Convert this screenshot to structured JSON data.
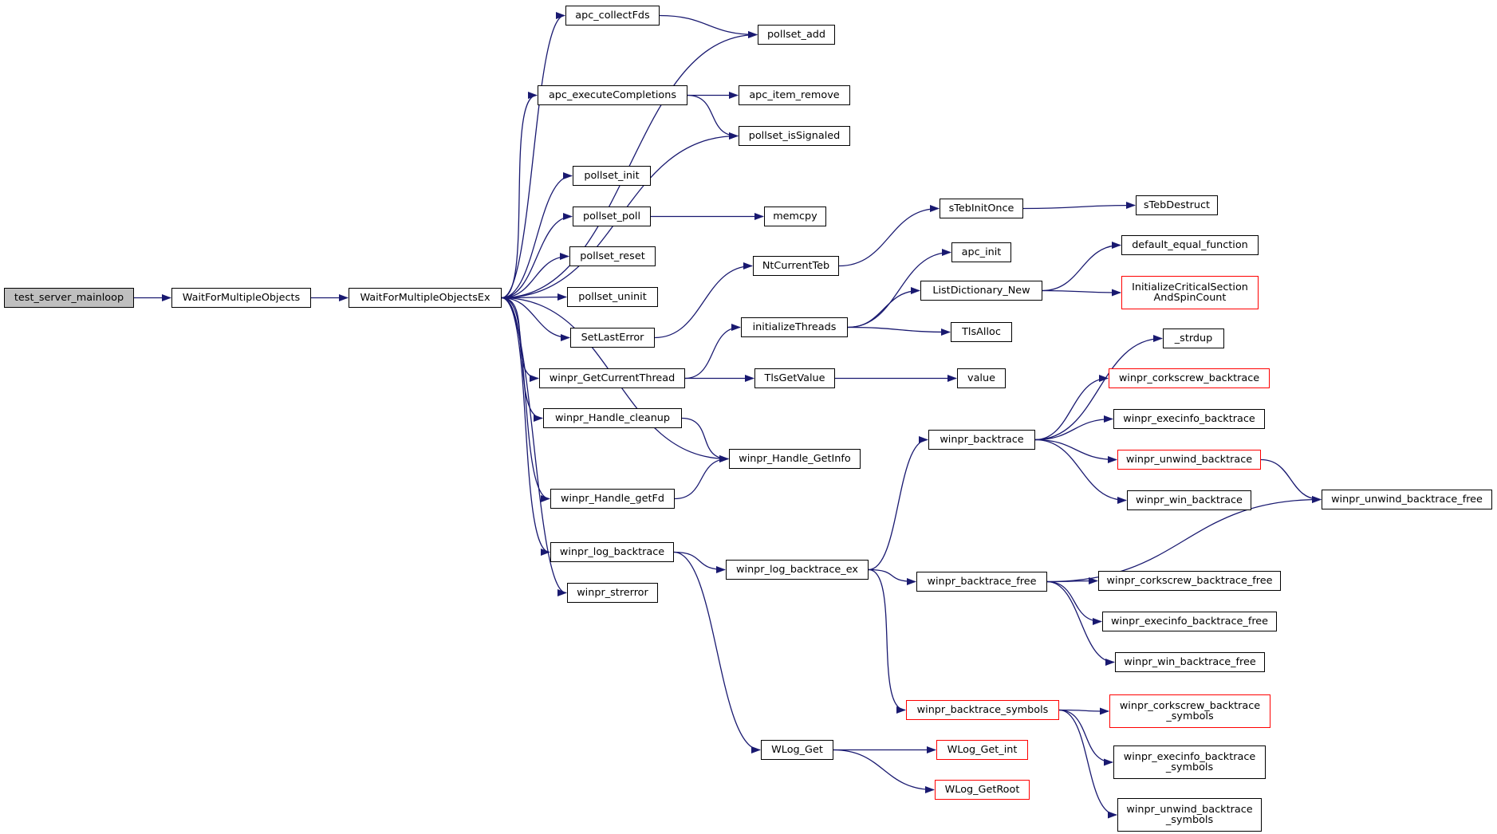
{
  "colors": {
    "edge": "#191970",
    "border": "#000000",
    "truncated": "#ff0000",
    "root_fill": "#bfbfbf"
  },
  "nodes": [
    {
      "id": "test_server_mainloop",
      "label": "test_server_mainloop",
      "root": true
    },
    {
      "id": "WaitForMultipleObjects",
      "label": "WaitForMultipleObjects"
    },
    {
      "id": "WaitForMultipleObjectsEx",
      "label": "WaitForMultipleObjectsEx"
    },
    {
      "id": "apc_collectFds",
      "label": "apc_collectFds"
    },
    {
      "id": "pollset_add",
      "label": "pollset_add"
    },
    {
      "id": "apc_executeCompletions",
      "label": "apc_executeCompletions"
    },
    {
      "id": "apc_item_remove",
      "label": "apc_item_remove"
    },
    {
      "id": "pollset_isSignaled",
      "label": "pollset_isSignaled"
    },
    {
      "id": "pollset_init",
      "label": "pollset_init"
    },
    {
      "id": "pollset_poll",
      "label": "pollset_poll"
    },
    {
      "id": "memcpy",
      "label": "memcpy"
    },
    {
      "id": "pollset_reset",
      "label": "pollset_reset"
    },
    {
      "id": "pollset_uninit",
      "label": "pollset_uninit"
    },
    {
      "id": "SetLastError",
      "label": "SetLastError"
    },
    {
      "id": "NtCurrentTeb",
      "label": "NtCurrentTeb"
    },
    {
      "id": "sTebInitOnce",
      "label": "sTebInitOnce"
    },
    {
      "id": "sTebDestruct",
      "label": "sTebDestruct"
    },
    {
      "id": "winpr_GetCurrentThread",
      "label": "winpr_GetCurrentThread"
    },
    {
      "id": "initializeThreads",
      "label": "initializeThreads"
    },
    {
      "id": "apc_init",
      "label": "apc_init"
    },
    {
      "id": "ListDictionary_New",
      "label": "ListDictionary_New"
    },
    {
      "id": "default_equal_function",
      "label": "default_equal_function"
    },
    {
      "id": "InitializeCriticalSectionAndSpinCount",
      "label": "InitializeCriticalSection\nAndSpinCount",
      "truncated": true
    },
    {
      "id": "TlsAlloc",
      "label": "TlsAlloc"
    },
    {
      "id": "TlsGetValue",
      "label": "TlsGetValue"
    },
    {
      "id": "value",
      "label": "value"
    },
    {
      "id": "winpr_Handle_cleanup",
      "label": "winpr_Handle_cleanup"
    },
    {
      "id": "winpr_Handle_GetInfo",
      "label": "winpr_Handle_GetInfo"
    },
    {
      "id": "winpr_Handle_getFd",
      "label": "winpr_Handle_getFd"
    },
    {
      "id": "winpr_log_backtrace",
      "label": "winpr_log_backtrace"
    },
    {
      "id": "winpr_log_backtrace_ex",
      "label": "winpr_log_backtrace_ex"
    },
    {
      "id": "winpr_strerror",
      "label": "winpr_strerror"
    },
    {
      "id": "winpr_backtrace",
      "label": "winpr_backtrace"
    },
    {
      "id": "_strdup",
      "label": "_strdup"
    },
    {
      "id": "winpr_corkscrew_backtrace",
      "label": "winpr_corkscrew_backtrace",
      "truncated": true
    },
    {
      "id": "winpr_execinfo_backtrace",
      "label": "winpr_execinfo_backtrace"
    },
    {
      "id": "winpr_unwind_backtrace",
      "label": "winpr_unwind_backtrace",
      "truncated": true
    },
    {
      "id": "winpr_win_backtrace",
      "label": "winpr_win_backtrace"
    },
    {
      "id": "winpr_unwind_backtrace_free",
      "label": "winpr_unwind_backtrace_free"
    },
    {
      "id": "winpr_backtrace_free",
      "label": "winpr_backtrace_free"
    },
    {
      "id": "winpr_corkscrew_backtrace_free",
      "label": "winpr_corkscrew_backtrace_free"
    },
    {
      "id": "winpr_execinfo_backtrace_free",
      "label": "winpr_execinfo_backtrace_free"
    },
    {
      "id": "winpr_win_backtrace_free",
      "label": "winpr_win_backtrace_free"
    },
    {
      "id": "winpr_backtrace_symbols",
      "label": "winpr_backtrace_symbols",
      "truncated": true
    },
    {
      "id": "winpr_corkscrew_backtrace_symbols",
      "label": "winpr_corkscrew_backtrace\n_symbols",
      "truncated": true
    },
    {
      "id": "winpr_execinfo_backtrace_symbols",
      "label": "winpr_execinfo_backtrace\n_symbols"
    },
    {
      "id": "winpr_unwind_backtrace_symbols",
      "label": "winpr_unwind_backtrace\n_symbols"
    },
    {
      "id": "WLog_Get",
      "label": "WLog_Get"
    },
    {
      "id": "WLog_Get_int",
      "label": "WLog_Get_int",
      "truncated": true
    },
    {
      "id": "WLog_GetRoot",
      "label": "WLog_GetRoot",
      "truncated": true
    }
  ],
  "edges": [
    [
      "test_server_mainloop",
      "WaitForMultipleObjects"
    ],
    [
      "WaitForMultipleObjects",
      "WaitForMultipleObjectsEx"
    ],
    [
      "WaitForMultipleObjectsEx",
      "apc_collectFds"
    ],
    [
      "WaitForMultipleObjectsEx",
      "pollset_add"
    ],
    [
      "WaitForMultipleObjectsEx",
      "apc_executeCompletions"
    ],
    [
      "WaitForMultipleObjectsEx",
      "pollset_isSignaled"
    ],
    [
      "WaitForMultipleObjectsEx",
      "pollset_init"
    ],
    [
      "WaitForMultipleObjectsEx",
      "pollset_poll"
    ],
    [
      "WaitForMultipleObjectsEx",
      "pollset_reset"
    ],
    [
      "WaitForMultipleObjectsEx",
      "pollset_uninit"
    ],
    [
      "WaitForMultipleObjectsEx",
      "SetLastError"
    ],
    [
      "WaitForMultipleObjectsEx",
      "winpr_GetCurrentThread"
    ],
    [
      "WaitForMultipleObjectsEx",
      "winpr_Handle_cleanup"
    ],
    [
      "WaitForMultipleObjectsEx",
      "winpr_Handle_GetInfo"
    ],
    [
      "WaitForMultipleObjectsEx",
      "winpr_Handle_getFd"
    ],
    [
      "WaitForMultipleObjectsEx",
      "winpr_log_backtrace"
    ],
    [
      "WaitForMultipleObjectsEx",
      "winpr_strerror"
    ],
    [
      "apc_collectFds",
      "pollset_add"
    ],
    [
      "apc_executeCompletions",
      "apc_item_remove"
    ],
    [
      "apc_executeCompletions",
      "pollset_isSignaled"
    ],
    [
      "pollset_poll",
      "memcpy"
    ],
    [
      "SetLastError",
      "NtCurrentTeb"
    ],
    [
      "NtCurrentTeb",
      "sTebInitOnce"
    ],
    [
      "sTebInitOnce",
      "sTebDestruct"
    ],
    [
      "winpr_GetCurrentThread",
      "initializeThreads"
    ],
    [
      "winpr_GetCurrentThread",
      "TlsGetValue"
    ],
    [
      "initializeThreads",
      "apc_init"
    ],
    [
      "initializeThreads",
      "ListDictionary_New"
    ],
    [
      "initializeThreads",
      "TlsAlloc"
    ],
    [
      "ListDictionary_New",
      "default_equal_function"
    ],
    [
      "ListDictionary_New",
      "InitializeCriticalSectionAndSpinCount"
    ],
    [
      "TlsGetValue",
      "value"
    ],
    [
      "winpr_Handle_cleanup",
      "winpr_Handle_GetInfo"
    ],
    [
      "winpr_Handle_getFd",
      "winpr_Handle_GetInfo"
    ],
    [
      "winpr_log_backtrace",
      "winpr_log_backtrace_ex"
    ],
    [
      "winpr_log_backtrace",
      "WLog_Get"
    ],
    [
      "winpr_log_backtrace_ex",
      "winpr_backtrace"
    ],
    [
      "winpr_log_backtrace_ex",
      "winpr_backtrace_free"
    ],
    [
      "winpr_log_backtrace_ex",
      "winpr_backtrace_symbols"
    ],
    [
      "winpr_backtrace",
      "_strdup"
    ],
    [
      "winpr_backtrace",
      "winpr_corkscrew_backtrace"
    ],
    [
      "winpr_backtrace",
      "winpr_execinfo_backtrace"
    ],
    [
      "winpr_backtrace",
      "winpr_unwind_backtrace"
    ],
    [
      "winpr_backtrace",
      "winpr_win_backtrace"
    ],
    [
      "winpr_unwind_backtrace",
      "winpr_unwind_backtrace_free"
    ],
    [
      "winpr_backtrace_free",
      "winpr_unwind_backtrace_free"
    ],
    [
      "winpr_backtrace_free",
      "winpr_corkscrew_backtrace_free"
    ],
    [
      "winpr_backtrace_free",
      "winpr_execinfo_backtrace_free"
    ],
    [
      "winpr_backtrace_free",
      "winpr_win_backtrace_free"
    ],
    [
      "winpr_backtrace_symbols",
      "winpr_corkscrew_backtrace_symbols"
    ],
    [
      "winpr_backtrace_symbols",
      "winpr_execinfo_backtrace_symbols"
    ],
    [
      "winpr_backtrace_symbols",
      "winpr_unwind_backtrace_symbols"
    ],
    [
      "WLog_Get",
      "WLog_Get_int"
    ],
    [
      "WLog_Get",
      "WLog_GetRoot"
    ]
  ]
}
